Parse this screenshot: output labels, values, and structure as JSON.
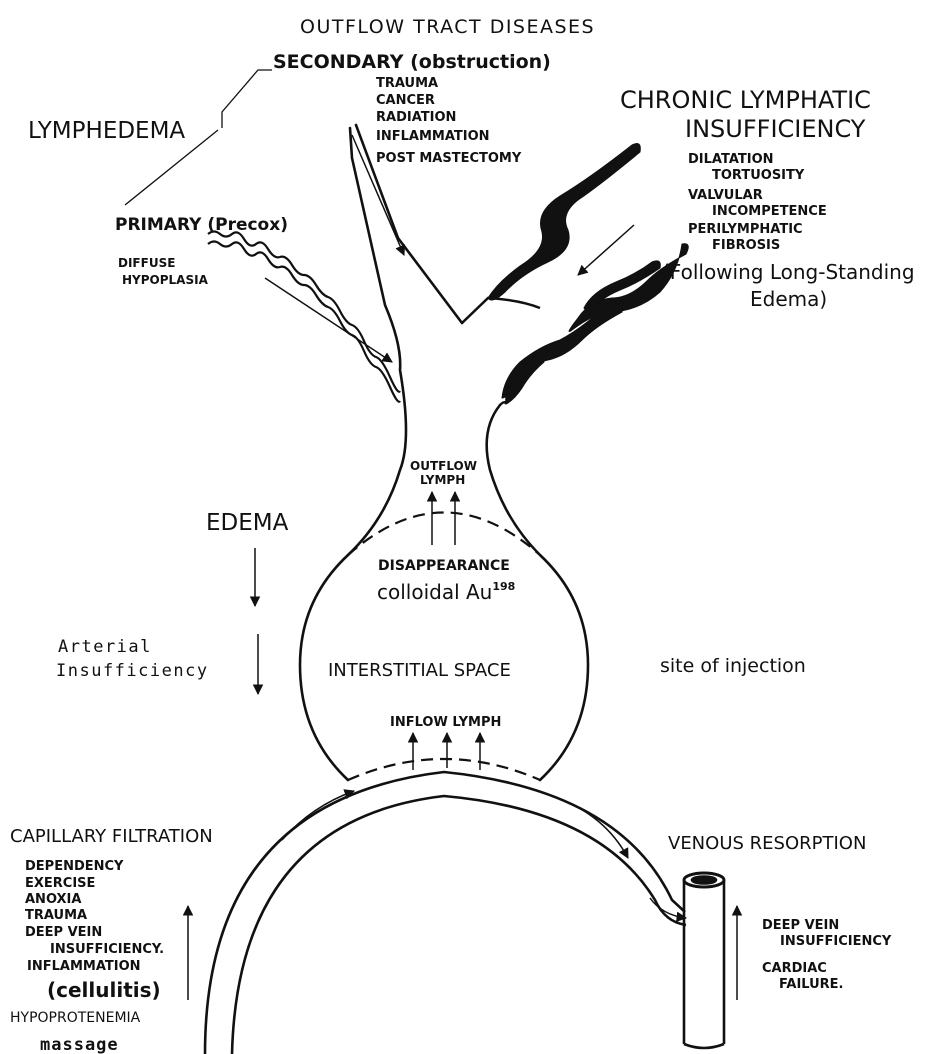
{
  "outflow": {
    "title": "OUTFLOW TRACT DISEASES",
    "secondary": "SECONDARY (obstruction)",
    "secondary_causes": [
      "TRAUMA",
      "CANCER",
      "RADIATION",
      "INFLAMMATION",
      "POST MASTECTOMY"
    ],
    "lymphedema": "LYMPHEDEMA",
    "primary": "PRIMARY (Precox)",
    "primary_causes": [
      "DIFFUSE",
      "HYPOPLASIA"
    ]
  },
  "chronic": {
    "title_line1": "CHRONIC  LYMPHATIC",
    "title_line2": "INSUFFICIENCY",
    "causes": [
      "DILATATION",
      "TORTUOSITY",
      "VALVULAR",
      "INCOMPETENCE",
      "PERILYMPHATIC",
      "FIBROSIS"
    ],
    "note_line1": "(Following Long-Standing",
    "note_line2": "Edema)"
  },
  "center": {
    "outflow_lymph_1": "OUTFLOW",
    "outflow_lymph_2": "LYMPH",
    "disappearance": "DISAPPEARANCE",
    "colloidal": "colloidal Au",
    "isotope": "198",
    "interstitial": "INTERSTITIAL  SPACE",
    "inflow_lymph": "INFLOW  LYMPH",
    "site": "site of injection"
  },
  "left": {
    "edema": "EDEMA",
    "arterial_1": "Arterial",
    "arterial_2": "Insufficiency"
  },
  "capillary": {
    "title": "CAPILLARY FILTRATION",
    "causes": [
      "DEPENDENCY",
      "EXERCISE",
      "ANOXIA",
      "TRAUMA",
      "DEEP VEIN",
      "INSUFFICIENCY.",
      "INFLAMMATION"
    ],
    "cellulitis": "(cellulitis)",
    "hypo": "HYPOPROTENEMIA",
    "massage": "massage"
  },
  "venous": {
    "title": "VENOUS  RESORPTION",
    "causes": [
      "DEEP VEIN",
      "INSUFFICIENCY",
      "CARDIAC",
      "FAILURE."
    ]
  }
}
